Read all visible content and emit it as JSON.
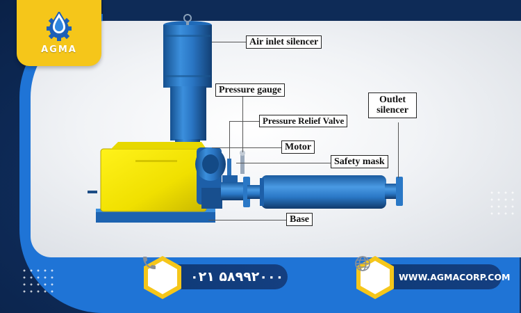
{
  "brand": {
    "name": "AGMA",
    "logo_icon": "gear-water-drop-icon",
    "colors": {
      "yellow": "#f5c61a",
      "blue": "#1f74d6",
      "navy": "#0e2b57"
    }
  },
  "labels": {
    "air_inlet_silencer": "Air inlet silencer",
    "pressure_gauge": "Pressure gauge",
    "pressure_relief_valve": "Pressure Relief Valve",
    "motor": "Motor",
    "safety_mask": "Safety mask",
    "outlet_silencer": "Outlet silencer",
    "base": "Base"
  },
  "contact": {
    "phone": "۰۲۱ ۵۸۹۹۲۰۰۰",
    "phone_icon": "phone-icon",
    "website": "WWW.AGMACORP.COM",
    "website_icon": "globe-icon"
  }
}
